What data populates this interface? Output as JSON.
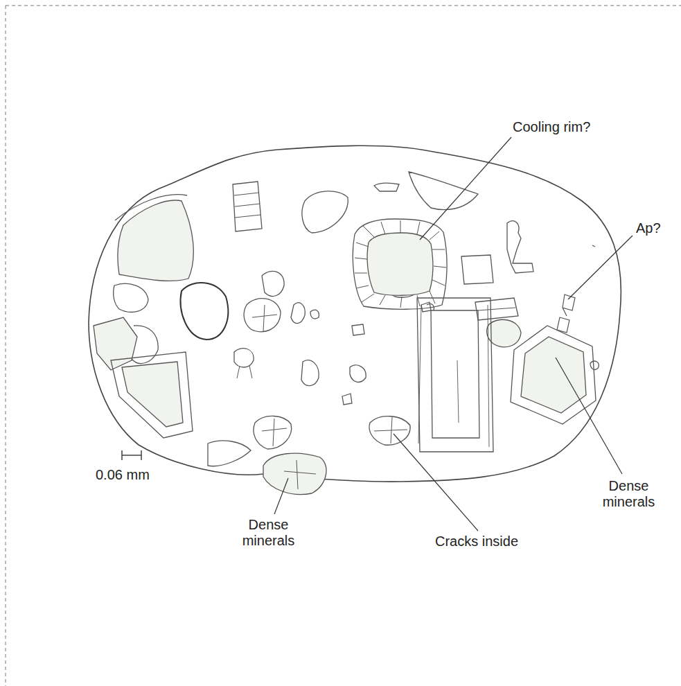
{
  "diagram": {
    "labels": [
      "Cooling rim?",
      "Ap?",
      "Dense minerals",
      "Cracks inside",
      "Dense minerals",
      "0.06 mm"
    ]
  }
}
